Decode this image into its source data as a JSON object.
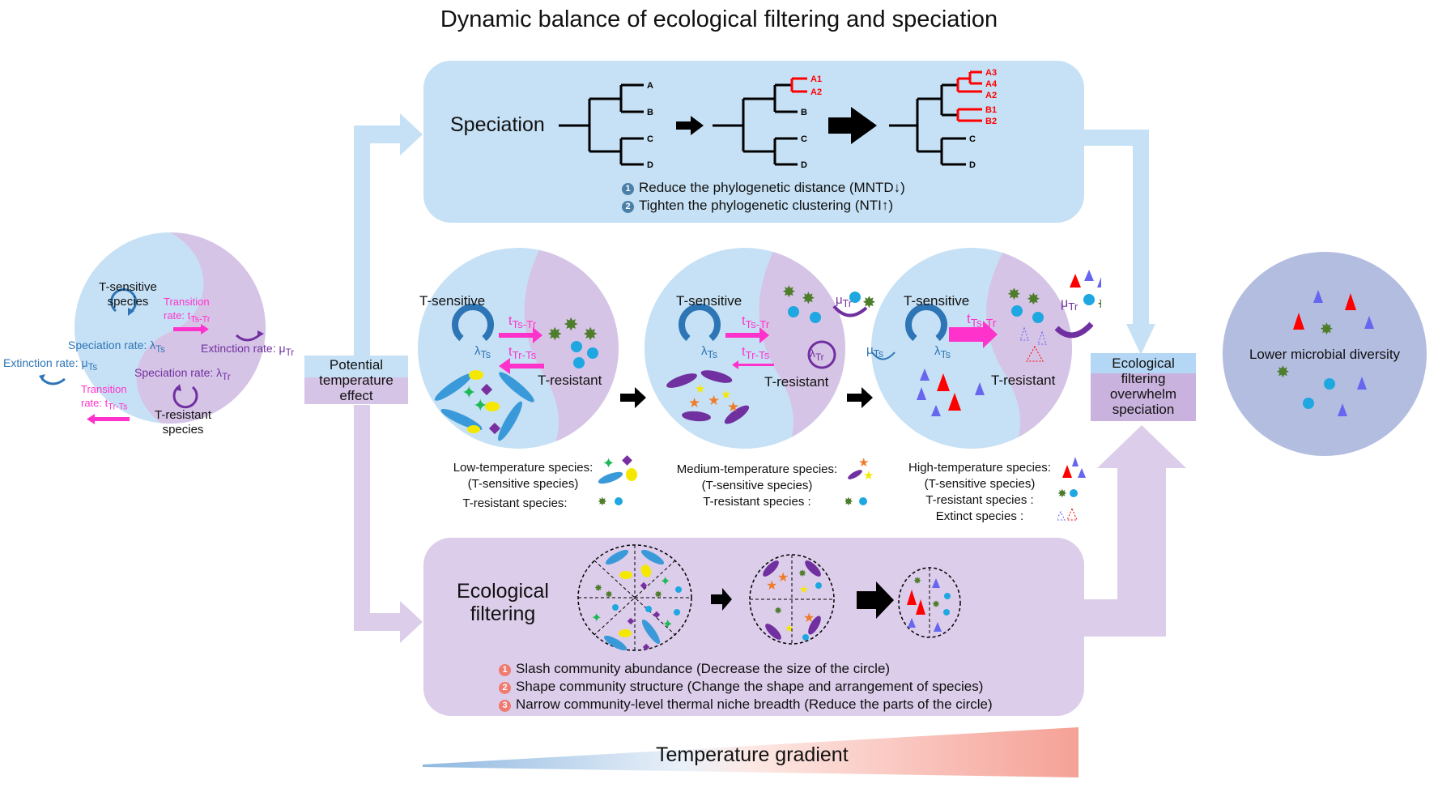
{
  "title": "Dynamic balance of ecological filtering and speciation",
  "colors": {
    "blue_fill": "#c6e1f5",
    "purple_fill": "#d6c4e6",
    "blue_text": "#2e75b6",
    "purple_text": "#7030a0",
    "pink": "#ff33cc",
    "red": "#ff0000",
    "green_star": "#4e7d2c",
    "cyan_dot": "#1ea7e0",
    "triangle_blue": "#6666ee",
    "final_circle": "#b3bde0"
  },
  "left_circle": {
    "ts_label_line1": "T-sensitive",
    "ts_label_line2": "species",
    "tr_label_line1": "T-resistant",
    "tr_label_line2": "species",
    "speciation_ts": "Speciation rate: λ",
    "speciation_ts_sub": "Ts",
    "speciation_tr": "Speciation rate: λ",
    "speciation_tr_sub": "Tr",
    "extinction_ts": "Extinction rate: μ",
    "extinction_ts_sub": "Ts",
    "extinction_tr": "Extinction rate: μ",
    "extinction_tr_sub": "Tr",
    "transition_ts_tr_line1": "Transition",
    "transition_ts_tr_line2": "rate: t",
    "transition_ts_tr_sub": "Ts-Tr",
    "transition_tr_ts_line1": "Transition",
    "transition_tr_ts_line2": "rate: t",
    "transition_tr_ts_sub": "Tr-Ts"
  },
  "potential_box": {
    "line1": "Potential",
    "line2": "temperature",
    "line3": "effect"
  },
  "speciation_panel": {
    "label": "Speciation",
    "tree1_tips": [
      "A",
      "B",
      "C",
      "D"
    ],
    "tree2_tips_new": [
      "A1",
      "A2"
    ],
    "tree2_tips_old": [
      "B",
      "C",
      "D"
    ],
    "tree3_tips_new": [
      "A3",
      "A4",
      "A2",
      "B1",
      "B2"
    ],
    "tree3_tips_old": [
      "C",
      "D"
    ],
    "points": [
      {
        "num": "1",
        "text": "Reduce the phylogenetic distance (MNTD↓)"
      },
      {
        "num": "2",
        "text": "Tighten the phylogenetic clustering (NTI↑)"
      }
    ]
  },
  "middle_circles": [
    {
      "ts_label": "T-sensitive",
      "tr_label": "T-resistant",
      "lambda": "λ",
      "lambda_sub": "Ts",
      "t1": "t",
      "t1_sub": "Ts-Tr",
      "t2": "t",
      "t2_sub": "Tr-Ts"
    },
    {
      "ts_label": "T-sensitive",
      "tr_label": "T-resistant",
      "lambda": "λ",
      "lambda_sub": "Ts",
      "lambda_tr": "λ",
      "lambda_tr_sub": "Tr",
      "mu_tr": "μ",
      "mu_tr_sub": "Tr",
      "t1": "t",
      "t1_sub": "Ts-Tr",
      "t2": "t",
      "t2_sub": "Tr-Ts"
    },
    {
      "ts_label": "T-sensitive",
      "tr_label": "T-resistant",
      "lambda": "λ",
      "lambda_sub": "Ts",
      "mu_ts": "μ",
      "mu_ts_sub": "Ts",
      "mu_tr": "μ",
      "mu_tr_sub": "Tr",
      "t1": "t",
      "t1_sub": "Ts-Tr"
    }
  ],
  "legends": [
    {
      "line1": "Low-temperature species:",
      "line2": "(T-sensitive species)",
      "line3": "T-resistant species:"
    },
    {
      "line1": "Medium-temperature species:",
      "line2": "(T-sensitive species)",
      "line3": "T-resistant species :"
    },
    {
      "line1": "High-temperature species:",
      "line2": "(T-sensitive species)",
      "line3": "T-resistant species :",
      "line4": "Extinct species :"
    }
  ],
  "eco_panel": {
    "label_line1": "Ecological",
    "label_line2": "filtering",
    "points": [
      {
        "num": "1",
        "text": "Slash community abundance (Decrease the size of the circle)"
      },
      {
        "num": "2",
        "text": "Shape community structure (Change the shape and arrangement of species)"
      },
      {
        "num": "3",
        "text": "Narrow community-level thermal niche breadth (Reduce the parts of the circle)"
      }
    ]
  },
  "outcome_box": {
    "line1": "Ecological",
    "line2": "filtering",
    "line3": "overwhelm",
    "line4": "speciation"
  },
  "final_circle": {
    "label": "Lower microbial diversity"
  },
  "gradient": {
    "label": "Temperature gradient"
  }
}
